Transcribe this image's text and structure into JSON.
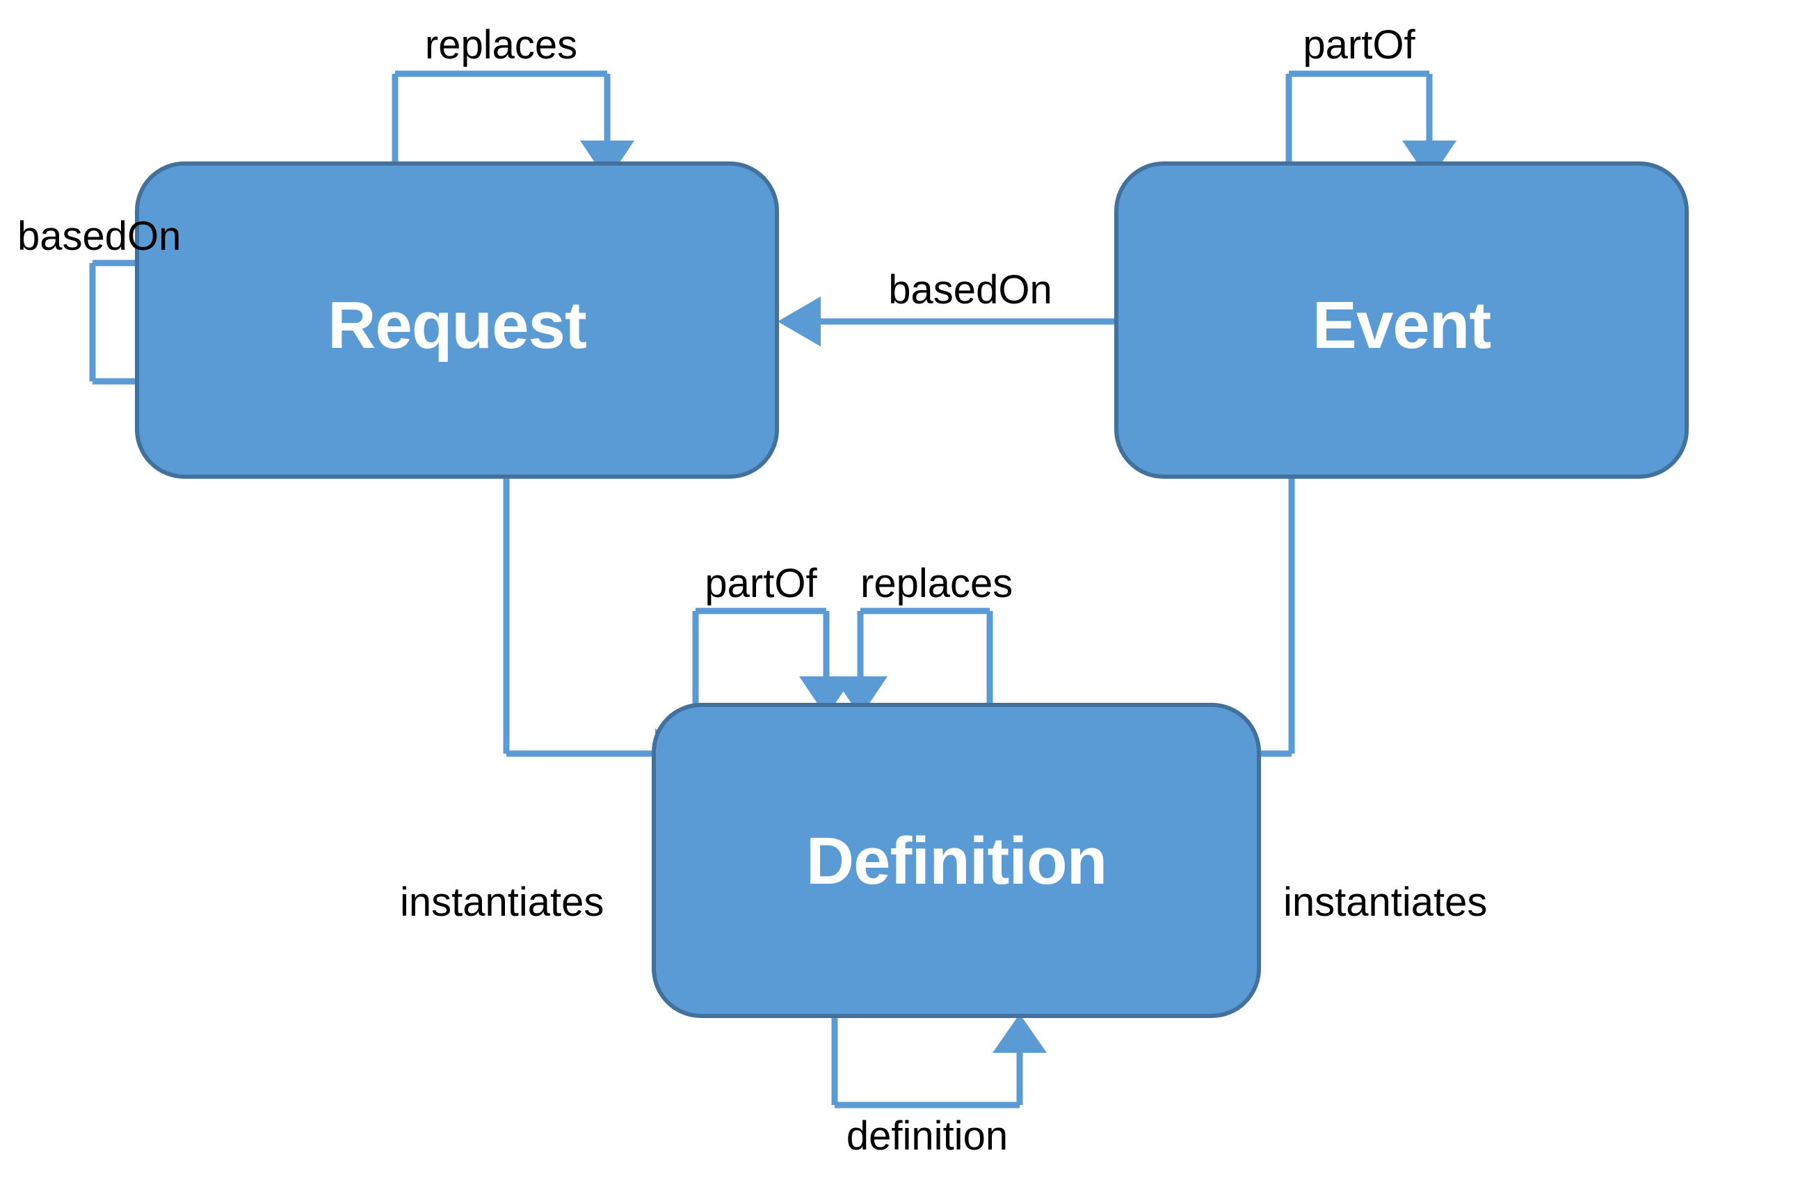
{
  "diagram": {
    "type": "entity-relationship-diagram",
    "background_color": "#FFFFFF",
    "node_fill_color": "#5B9BD5",
    "node_stroke_color": "#41719C",
    "node_text_color": "#FFFFFF",
    "edge_color": "#5B9BD5",
    "edge_label_color": "#000000",
    "nodes": [
      {
        "id": "request",
        "label": "Request"
      },
      {
        "id": "event",
        "label": "Event"
      },
      {
        "id": "definition",
        "label": "Definition"
      }
    ],
    "edges": [
      {
        "id": "request-replaces-self",
        "label": "replaces",
        "from": "request",
        "to": "request"
      },
      {
        "id": "request-basedon-self",
        "label": "basedOn",
        "from": "request",
        "to": "request"
      },
      {
        "id": "event-partof-self",
        "label": "partOf",
        "from": "event",
        "to": "event"
      },
      {
        "id": "event-basedon-request",
        "label": "basedOn",
        "from": "event",
        "to": "request"
      },
      {
        "id": "request-instantiates-def",
        "label": "instantiates",
        "from": "request",
        "to": "definition"
      },
      {
        "id": "event-instantiates-def",
        "label": "instantiates",
        "from": "event",
        "to": "definition"
      },
      {
        "id": "definition-partof-self",
        "label": "partOf",
        "from": "definition",
        "to": "definition"
      },
      {
        "id": "definition-replaces-self",
        "label": "replaces",
        "from": "definition",
        "to": "definition"
      },
      {
        "id": "definition-definition-self",
        "label": "definition",
        "from": "definition",
        "to": "definition"
      }
    ]
  },
  "labels": {
    "request": "Request",
    "event": "Event",
    "definition": "Definition",
    "replaces_request_self": "replaces",
    "basedon_request_self": "basedOn",
    "partof_event_self": "partOf",
    "basedon_event_request": "basedOn",
    "instantiates_request": "instantiates",
    "instantiates_event": "instantiates",
    "partof_definition_self": "partOf",
    "replaces_definition_self": "replaces",
    "definition_self": "definition"
  }
}
